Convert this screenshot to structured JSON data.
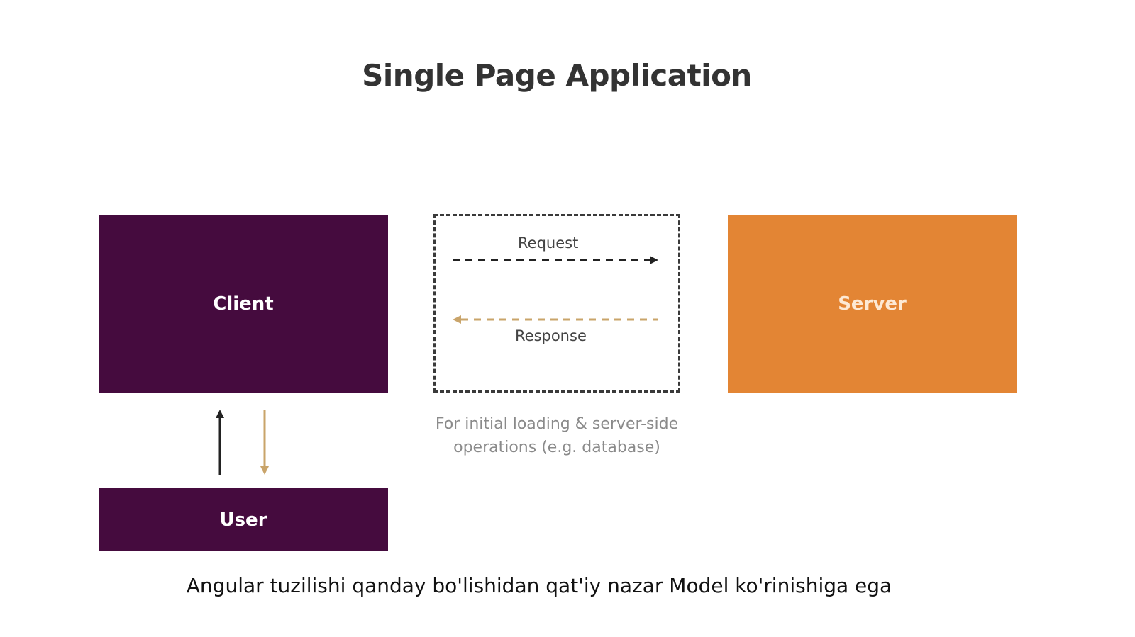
{
  "diagram": {
    "title": "Single Page Application",
    "nodes": {
      "client": "Client",
      "server": "Server",
      "user": "User"
    },
    "exchange": {
      "request_label": "Request",
      "response_label": "Response",
      "note": "For initial loading & server-side operations (e.g. database)"
    },
    "colors": {
      "client": "#450b3e",
      "user": "#450b3e",
      "server": "#e38534",
      "request_arrow": "#222222",
      "response_arrow": "#c9a46a",
      "user_to_client_arrow": "#222222",
      "client_to_user_arrow": "#c9a46a"
    }
  },
  "caption": "Angular tuzilishi qanday bo'lishidan qat'iy nazar Model ko'rinishiga ega"
}
